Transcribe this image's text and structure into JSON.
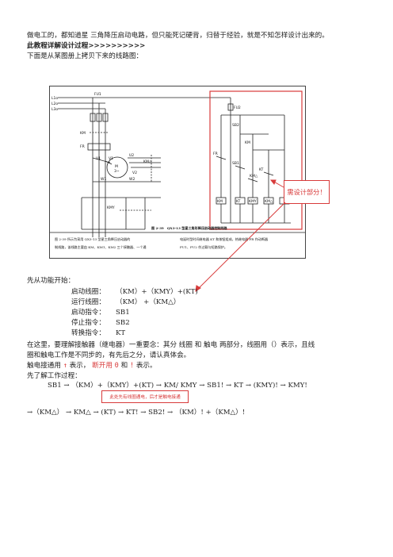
{
  "intro_line": "做电工的，都知道星 三角降压启动电路，但只能死记硬背，归替于经验，就是不知怎样设计出来的。",
  "tutorial_heading": "此教程详解设计过程>>>>>>>>>>",
  "figure_intro": "下面是从某图册上拷贝下来的线路图：",
  "figure": {
    "labels": {
      "L1": "L1o",
      "L2": "L2o",
      "L3": "L3o",
      "FU1": "FU1",
      "FR": "FR",
      "M": "M",
      "M3": "3~",
      "KM": "KM",
      "KMY": "KMY",
      "KMD": "KM△",
      "U1": "U1",
      "V1": "V1",
      "W1": "W1",
      "U2": "U2",
      "V2": "V2",
      "W2": "W2",
      "SB1": "SB1",
      "SB2": "SB2",
      "KT": "KT",
      "FU2": "FU2"
    },
    "caption_left_1": "图 2-39 所示为采用 QX3-13 型星三角降压启动器的",
    "caption_left_2": "制线路，该线路主要由 KM、KM1、KM2 三个接触器、一个通",
    "caption_right_1": "电延时型时间继电器 KT 和按钮组成，热继电器 FR 作动断器",
    "caption_right_2": "FU1、FU2 作过载与短路保护。",
    "title_label": "图 2-39　QX3-13 型星三角形降压启动器控制线路"
  },
  "callout_design": "需设计部分！",
  "function_intro": "先从功能开始：",
  "functions": [
    {
      "label": "启动线圈：",
      "value": "（KM）+（KMY）+(KT)"
    },
    {
      "label": "运行线圈：",
      "value": "（KM） +（KM△）"
    },
    {
      "label": "启动指令：",
      "value": "SB1"
    },
    {
      "label": "停止指令：",
      "value": "SB2"
    },
    {
      "label": "转换指令：",
      "value": "KT"
    }
  ],
  "explain_1": "在这里，要理解接触器（继电器）一重要念：其分 线圈 和 触电 两部分，线圈用（）表示，且线",
  "explain_2": "圈和触电工作是不同步的，有先后之分，请认真体会。",
  "contact_note": {
    "part1": "触电接通用 ",
    "sym1": "↑",
    "part2": " 表示， ",
    "part3": "断开用 ",
    "sym2": "0",
    "part4": " 和 ",
    "sym3": "!",
    "part5": " 表示。"
  },
  "process_intro": "先了解工作过程：",
  "process_line_1": "SB1 →  （KM）+（KMY）+(KT)  →  KM/ KMY  →  SB1!  →  KT  →  (KMY)!  →  KMY!",
  "auto_hint": "此处先有线圈通电，后才是触电接通",
  "process_line_2": "→（KM△）  →  KM△  →   (KT)  →  KT!  →    SB2!    →  （KM）! +（KM△）!"
}
